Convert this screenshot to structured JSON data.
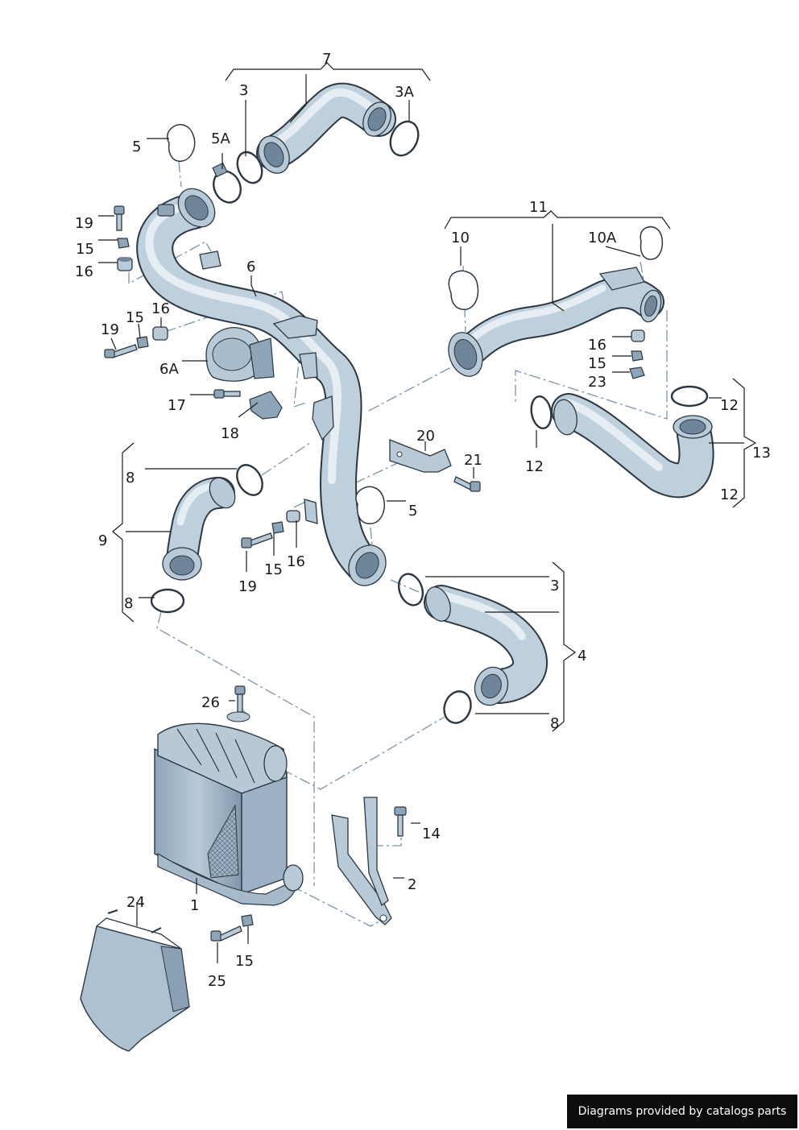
{
  "labels": {
    "l1": "1",
    "l2": "2",
    "l3a": "3",
    "l3b": "3",
    "l3A": "3A",
    "l4": "4",
    "l5a": "5",
    "l5b": "5",
    "l5A": "5A",
    "l6": "6",
    "l6A": "6A",
    "l7": "7",
    "l8a": "8",
    "l8b": "8",
    "l8c": "8",
    "l9": "9",
    "l10": "10",
    "l10A": "10A",
    "l11": "11",
    "l12a": "12",
    "l12b": "12",
    "l12c": "12",
    "l13": "13",
    "l14": "14",
    "l15a": "15",
    "l15b": "15",
    "l15c": "15",
    "l15d": "15",
    "l15e": "15",
    "l16a": "16",
    "l16b": "16",
    "l16c": "16",
    "l16d": "16",
    "l17": "17",
    "l18": "18",
    "l19a": "19",
    "l19b": "19",
    "l19c": "19",
    "l20": "20",
    "l21": "21",
    "l23": "23",
    "l24": "24",
    "l25": "25",
    "l26": "26"
  },
  "footer": {
    "text": "Diagrams provided by catalogs parts"
  },
  "colors": {
    "outline": "#2c3742",
    "pipe_fill": "#bfd0dd",
    "highlight": "#e6eef4",
    "leader_dash": "#7c93aa",
    "badge_bg": "#0d0d0d"
  }
}
